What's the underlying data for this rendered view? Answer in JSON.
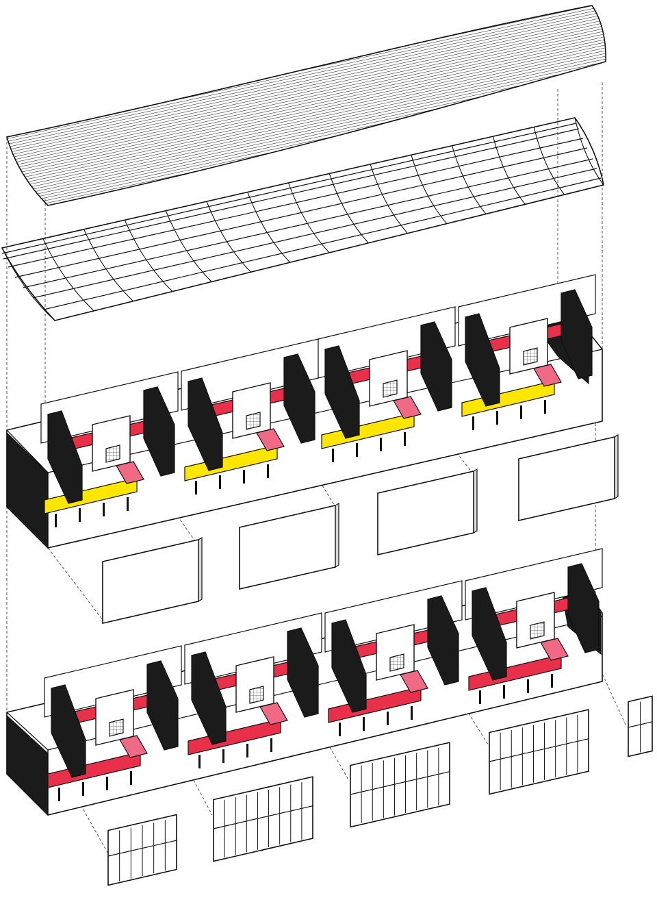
{
  "diagram": {
    "kind": "exploded-axonometric",
    "components": [
      "roof-sheeting",
      "roof-truss-grid",
      "upper-floor-units",
      "upper-facade-panels",
      "lower-floor-units",
      "lower-facade-panels"
    ],
    "unit_count": 4,
    "colors": {
      "background": "#ffffff",
      "line": "#111111",
      "wall_black": "#1b1b1b",
      "floor_yellow": "#ffe600",
      "floor_red": "#e8304a",
      "floor_pink": "#f06a86",
      "panel_grey": "#d9d9d9"
    }
  }
}
